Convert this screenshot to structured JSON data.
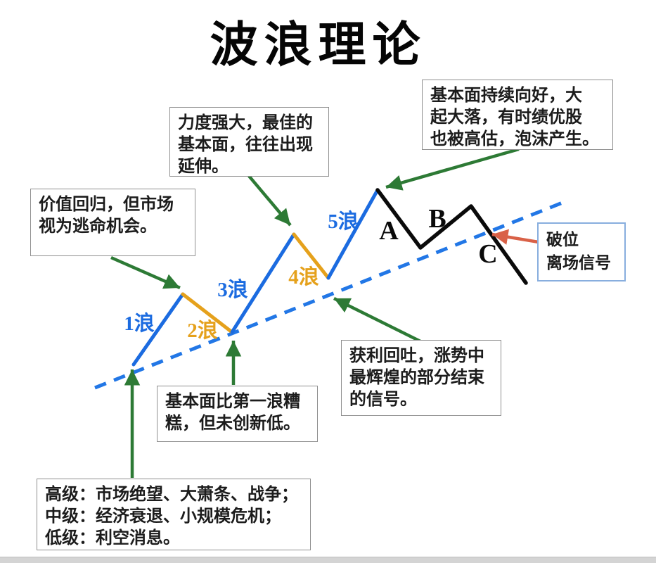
{
  "title": "波浪理论",
  "colors": {
    "impulse_wave": "#1b6be0",
    "corrective_wave": "#e5a11c",
    "abc_wave": "#0a0a0a",
    "trendline": "#2277e6",
    "arrow_green": "#2d7a35",
    "arrow_red": "#d96147",
    "breakout_border": "#88aede"
  },
  "waves": {
    "labels": [
      {
        "text": "1浪"
      },
      {
        "text": "2浪"
      },
      {
        "text": "3浪"
      },
      {
        "text": "4浪"
      },
      {
        "text": "5浪"
      },
      {
        "text": "A"
      },
      {
        "text": "B"
      },
      {
        "text": "C"
      }
    ]
  },
  "annotations": {
    "value_return": {
      "lines": [
        "价值回归，但市场",
        "视为逃命机会。"
      ]
    },
    "strong_wave3": {
      "lines": [
        "力度强大，最佳的",
        "基本面，往往出现",
        "延伸。"
      ]
    },
    "fundamentals_peak": {
      "lines": [
        "基本面持续向好，大",
        "起大落，有时绩优股",
        "也被高估，泡沫产生。"
      ]
    },
    "profit_taking": {
      "lines": [
        "获利回吐，涨势中",
        "最辉煌的部分结束",
        "的信号。"
      ]
    },
    "wave2_fundamentals": {
      "lines": [
        "基本面比第一浪糟",
        "糕，但未创新低。"
      ]
    },
    "levels": {
      "lines": [
        "高级：市场绝望、大萧条、战争；",
        "中级：经济衰退、小规模危机；",
        "低级：利空消息。"
      ]
    },
    "breakout_exit": {
      "lines": [
        "破位",
        "离场信号"
      ]
    }
  }
}
